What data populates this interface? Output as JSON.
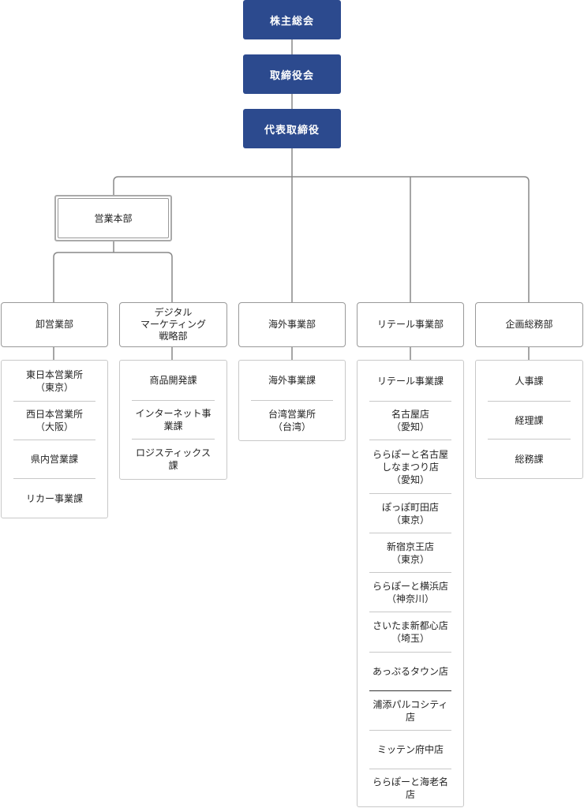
{
  "top_boxes": [
    "株主総会",
    "取締役会",
    "代表取締役"
  ],
  "sales_hq": "営業本部",
  "departments": [
    {
      "name": "卸営業部",
      "items": [
        "東日本営業所\n（東京）",
        "西日本営業所\n（大阪）",
        "県内営業課",
        "リカー事業課"
      ]
    },
    {
      "name": "デジタル\nマーケティング\n戦略部",
      "items": [
        "商品開発課",
        "インターネット事業課",
        "ロジスティックス課"
      ]
    },
    {
      "name": "海外事業部",
      "items": [
        "海外事業課",
        "台湾営業所\n（台湾）"
      ]
    },
    {
      "name": "リテール事業部",
      "items": [
        "リテール事業課",
        "名古屋店\n（愛知）",
        "ららぽーと名古屋\nしなまつり店\n（愛知）",
        "ぽっぽ町田店\n（東京）",
        "新宿京王店\n（東京）",
        "ららぽーと横浜店\n（神奈川）",
        "さいたま新都心店\n（埼玉）",
        "あっぷるタウン店",
        "浦添パルコシティ店",
        "ミッテン府中店",
        "ららぽーと海老名店"
      ]
    },
    {
      "name": "企画総務部",
      "items": [
        "人事課",
        "経理課",
        "総務課"
      ]
    }
  ],
  "colors": {
    "top_box": "#2c4a8e",
    "connector": "#888888"
  }
}
